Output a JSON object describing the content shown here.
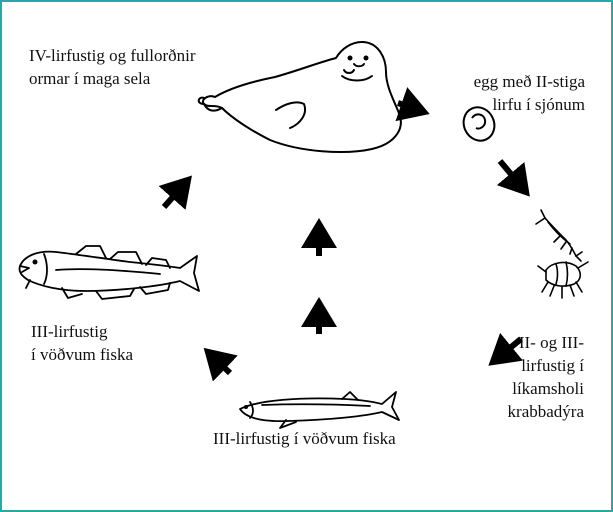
{
  "colors": {
    "frame": "#2aa6a6",
    "ink": "#111111",
    "arrow": "#000000",
    "background": "#ffffff"
  },
  "labels": {
    "seal_stage": {
      "line1": "IV-lirfustig og fullorðnir",
      "line2": "ormar í maga sela"
    },
    "egg_stage": {
      "line1": "egg með II-stiga",
      "line2": "lirfu í sjónum"
    },
    "crustacean_stage": {
      "line1": "II- og III-",
      "line2": "lirfustig í",
      "line3": "líkamsholi",
      "line4": "krabbadýra"
    },
    "small_fish_stage": {
      "line1": "III-lirfustig í vöðvum fiska"
    },
    "cod_stage": {
      "line1": "III-lirfustig",
      "line2": "í vöðvum fiska"
    }
  },
  "icons": [
    "seal-illustration",
    "egg-icon",
    "shrimp-icon",
    "amphipod-icon",
    "capelin-illustration",
    "cod-illustration"
  ]
}
